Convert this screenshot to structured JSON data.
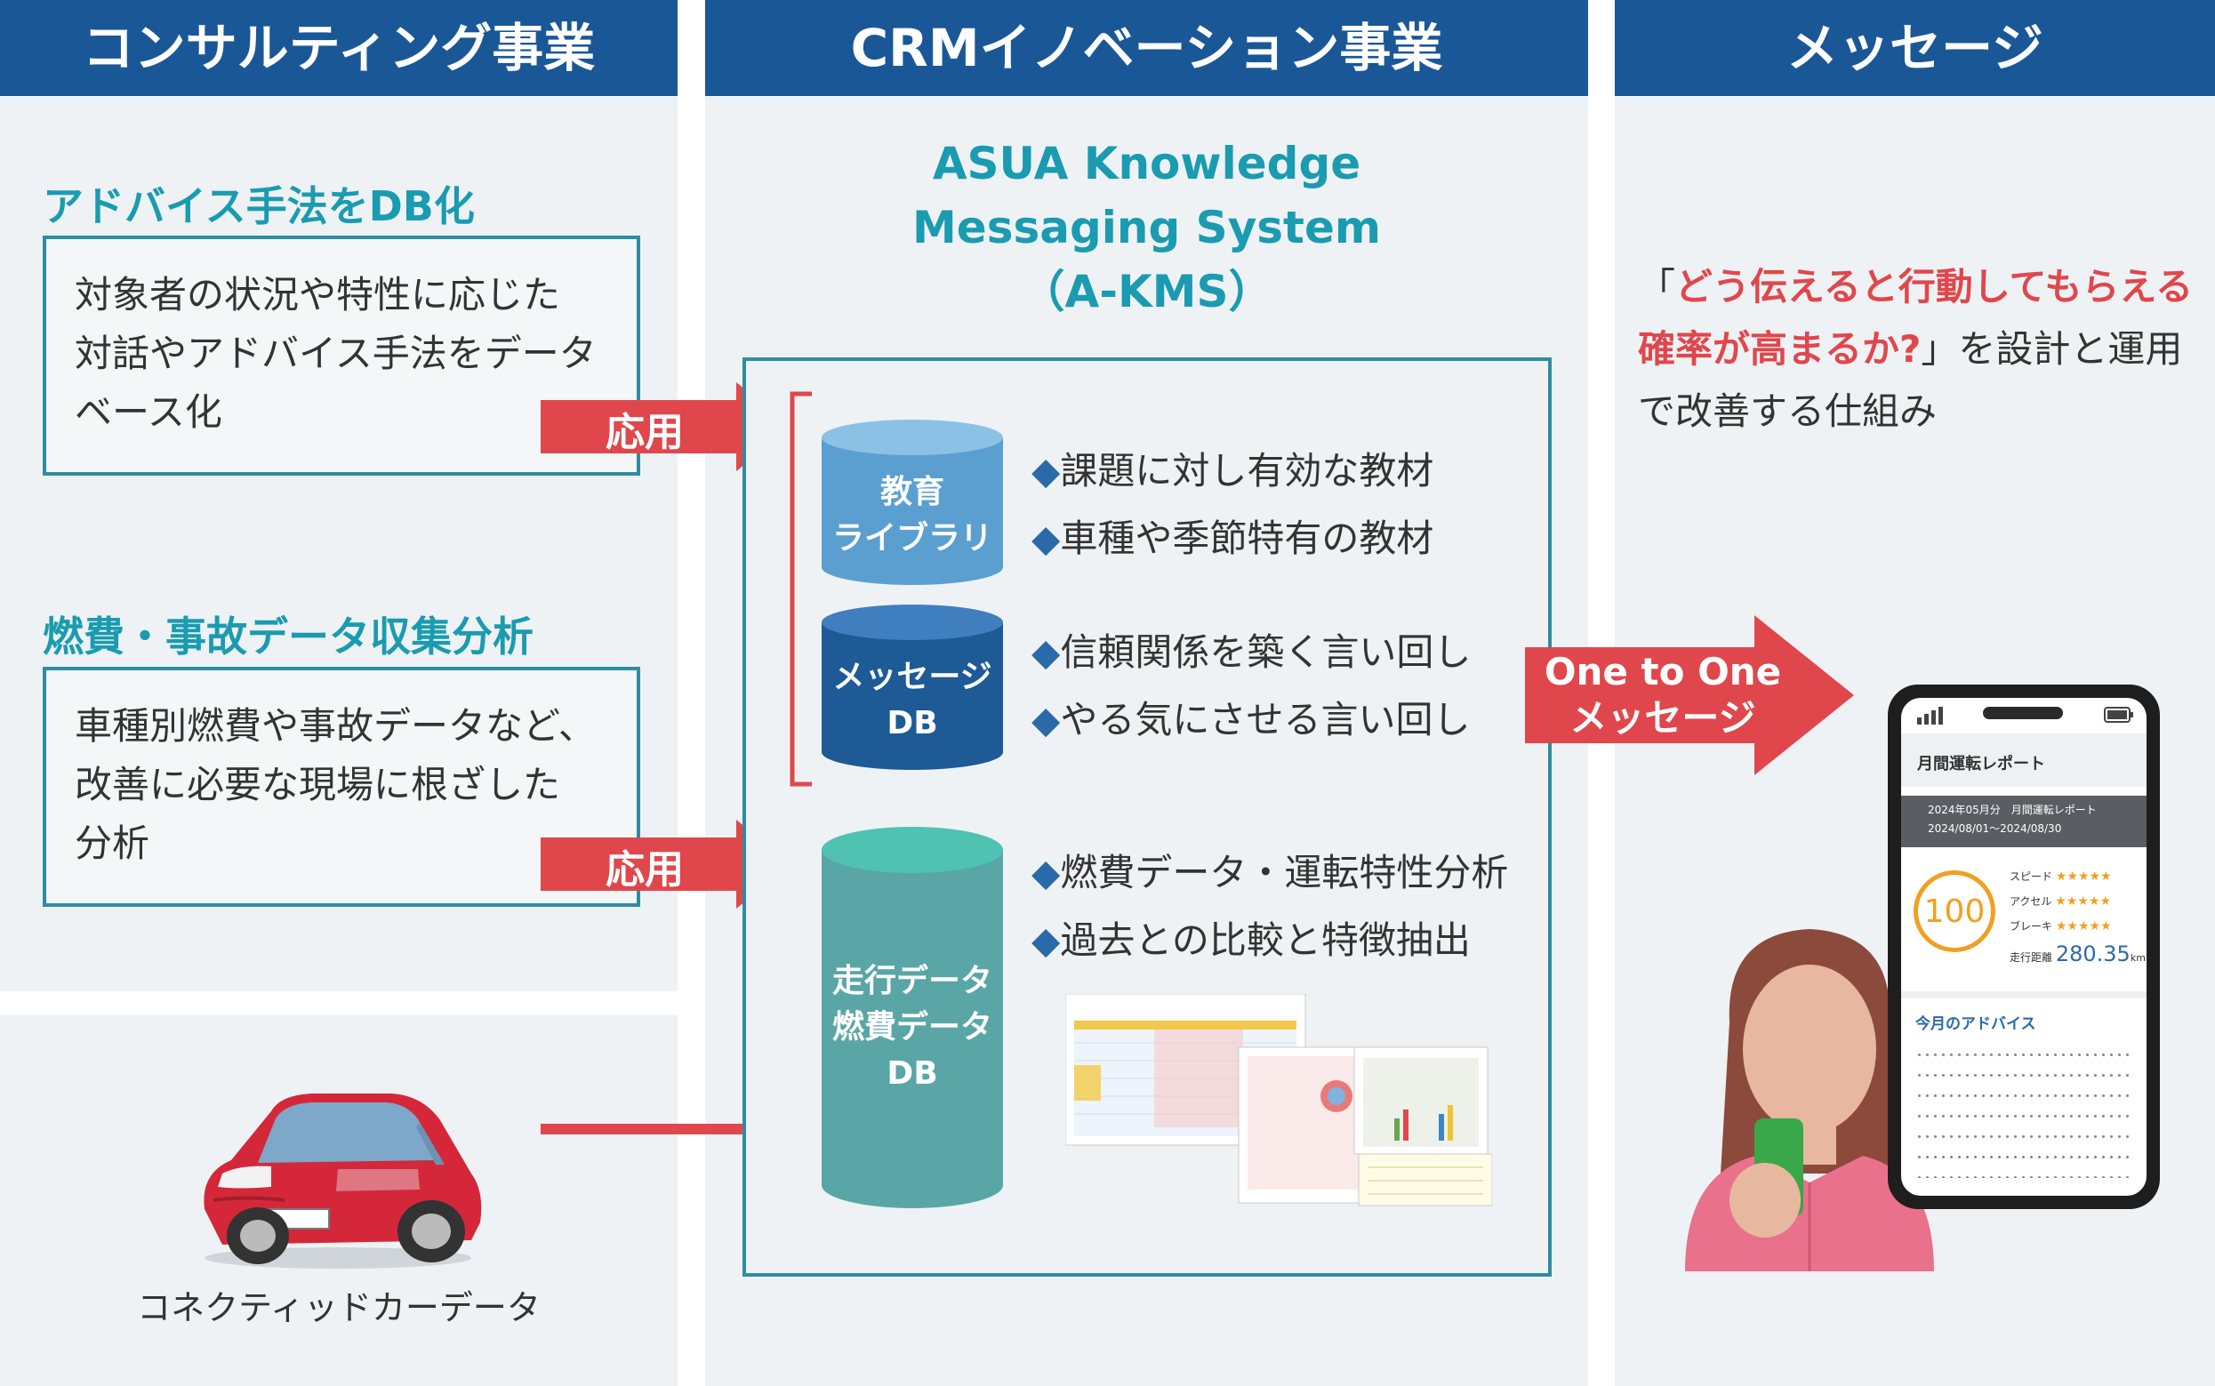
{
  "headers": {
    "consulting": "コンサルティング事業",
    "crm": "CRMイノベーション事業",
    "message": "メッセージ"
  },
  "consulting": {
    "advice_title": "アドバイス手法をDB化",
    "advice_lines": [
      "対象者の状況や特性に応じた",
      "対話やアドバイス手法をデータ",
      "ベース化"
    ],
    "fuel_title": "燃費・事故データ収集分析",
    "fuel_lines": [
      "車種別燃費や事故データなど、",
      "改善に必要な現場に根ざした",
      "分析"
    ],
    "car_caption": "コネクティッドカーデータ"
  },
  "arrows": {
    "apply_1": "応用",
    "apply_2": "応用",
    "one_to_one": [
      "One to One",
      "メッセージ"
    ]
  },
  "kms": {
    "title_lines": [
      "ASUA Knowledge",
      "Messaging System",
      "（A-KMS）"
    ],
    "education_db": [
      "教育",
      "ライブラリ"
    ],
    "education_bullets": [
      "課題に対し有効な教材",
      "車種や季節特有の教材"
    ],
    "message_db": [
      "メッセージ",
      "DB"
    ],
    "message_bullets": [
      "信頼関係を築く言い回し",
      "やる気にさせる言い回し"
    ],
    "driving_db": [
      "走行データ",
      "燃費データ",
      "DB"
    ],
    "driving_bullets": [
      "燃費データ・運転特性分析",
      "過去との比較と特徴抽出"
    ],
    "bullet_mark": "◆"
  },
  "message": {
    "quote_open": "「",
    "quote_red_1": "どう伝えると行動してもらえる",
    "quote_red_2": "確率が高まるか?",
    "quote_rest_1": "」を設計と運用",
    "quote_rest_2": "で改善する仕組み"
  },
  "phone": {
    "report_title": "月間運転レポート",
    "period_line_1": "2024年05月分　月間運転レポート",
    "period_line_2": "2024/08/01～2024/08/30",
    "score": "100",
    "ratings": [
      {
        "label": "スピード",
        "stars": "★★★★★"
      },
      {
        "label": "アクセル",
        "stars": "★★★★★"
      },
      {
        "label": "ブレーキ",
        "stars": "★★★★★"
      }
    ],
    "distance_label": "走行距離",
    "distance_value": "280.35",
    "distance_unit": "km",
    "advice_title": "今月のアドバイス"
  },
  "colors": {
    "header_blue": "#1a5797",
    "teal_text": "#1a9bb0",
    "arrow_red": "#e0474c",
    "cyl_light_blue": "#5b9fd0",
    "cyl_dark_blue": "#1d5a96",
    "cyl_teal": "#5aa6a6"
  }
}
